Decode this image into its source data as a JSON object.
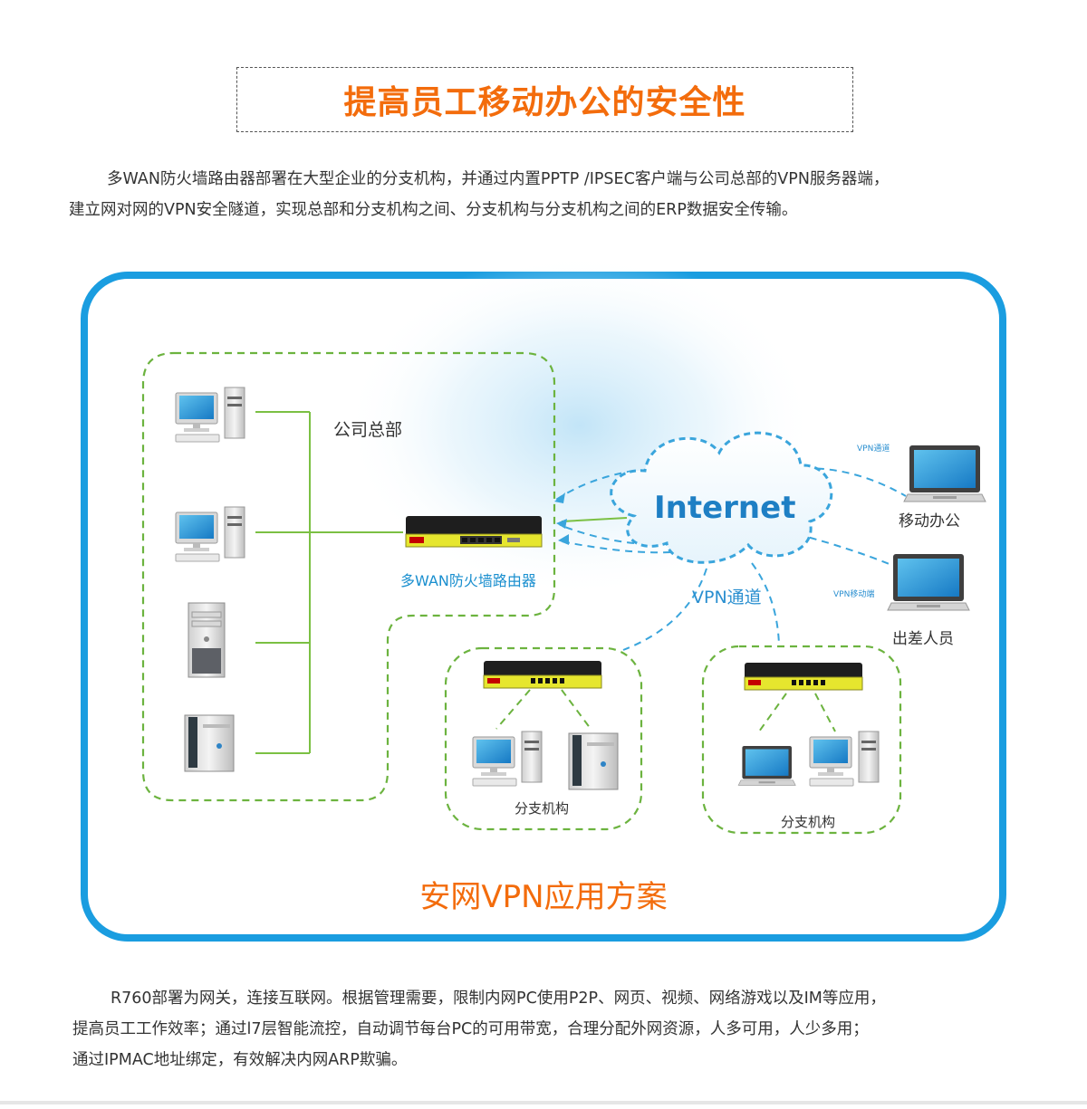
{
  "title": "提高员工移动办公的安全性",
  "intro": {
    "line1": "多WAN防火墙路由器部署在大型企业的分支机构，并通过内置PPTP /IPSEC客户端与公司总部的VPN服务器端，",
    "line2": "建立网对网的VPN安全隧道，实现总部和分支机构之间、分支机构与分支机构之间的ERP数据安全传输。"
  },
  "diagram": {
    "headquarters_label": "公司总部",
    "router_label": "多WAN防火墙路由器",
    "internet_label": "Internet",
    "vpn_tunnel_small": "VPN通道",
    "vpn_tunnel_large": "VPN通道",
    "vpn_mobile_small": "VPN移动端",
    "mobile_office_label": "移动办公",
    "business_travel_label": "出差人员",
    "branch1_label": "分支机构",
    "branch2_label": "分支机构",
    "solution_caption": "安网VPN应用方案",
    "colors": {
      "frame_blue": "#1a9de0",
      "hq_green": "#6cb33f",
      "link_green": "#7bc043",
      "tunnel_blue": "#3aa5dc",
      "accent_orange": "#f36c0c",
      "router_yellow": "#e6e62e"
    }
  },
  "footer": {
    "line1": "R760部署为网关，连接互联网。根据管理需要，限制内网PC使用P2P、网页、视频、网络游戏以及IM等应用，",
    "line2": "提高员工工作效率；通过l7层智能流控，自动调节每台PC的可用带宽，合理分配外网资源，人多可用，人少多用；",
    "line3": "通过IPMAC地址绑定，有效解决内网ARP欺骗。"
  }
}
